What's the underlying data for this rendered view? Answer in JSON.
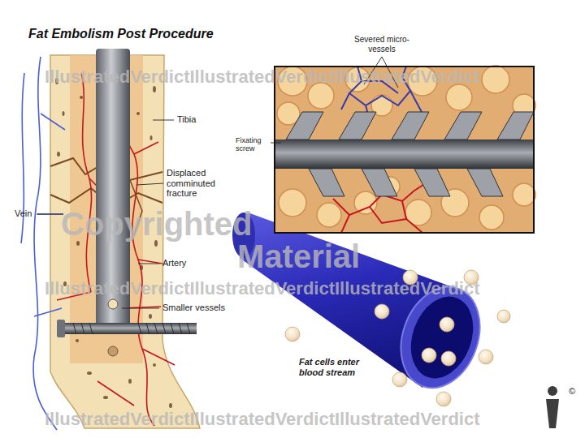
{
  "diagram": {
    "title": "Fat Embolism Post Procedure",
    "labels": [
      "Severed micro-vessels",
      "Tibia",
      "Fixating screw",
      "Displaced comminuted fracture",
      "Vein",
      "Artery",
      "Smaller vessels",
      "Fat cells enter blood stream",
      "©",
      "IllustratedVerdictIllustratedVerdictIllustratedVerdict",
      "IllustratedVerdictIllustratedVerdictIllustratedVerdict",
      "IllustratedVerdictIllustratedVerdictIllustratedVerdict",
      "Copyrighted",
      "Material"
    ]
  }
}
